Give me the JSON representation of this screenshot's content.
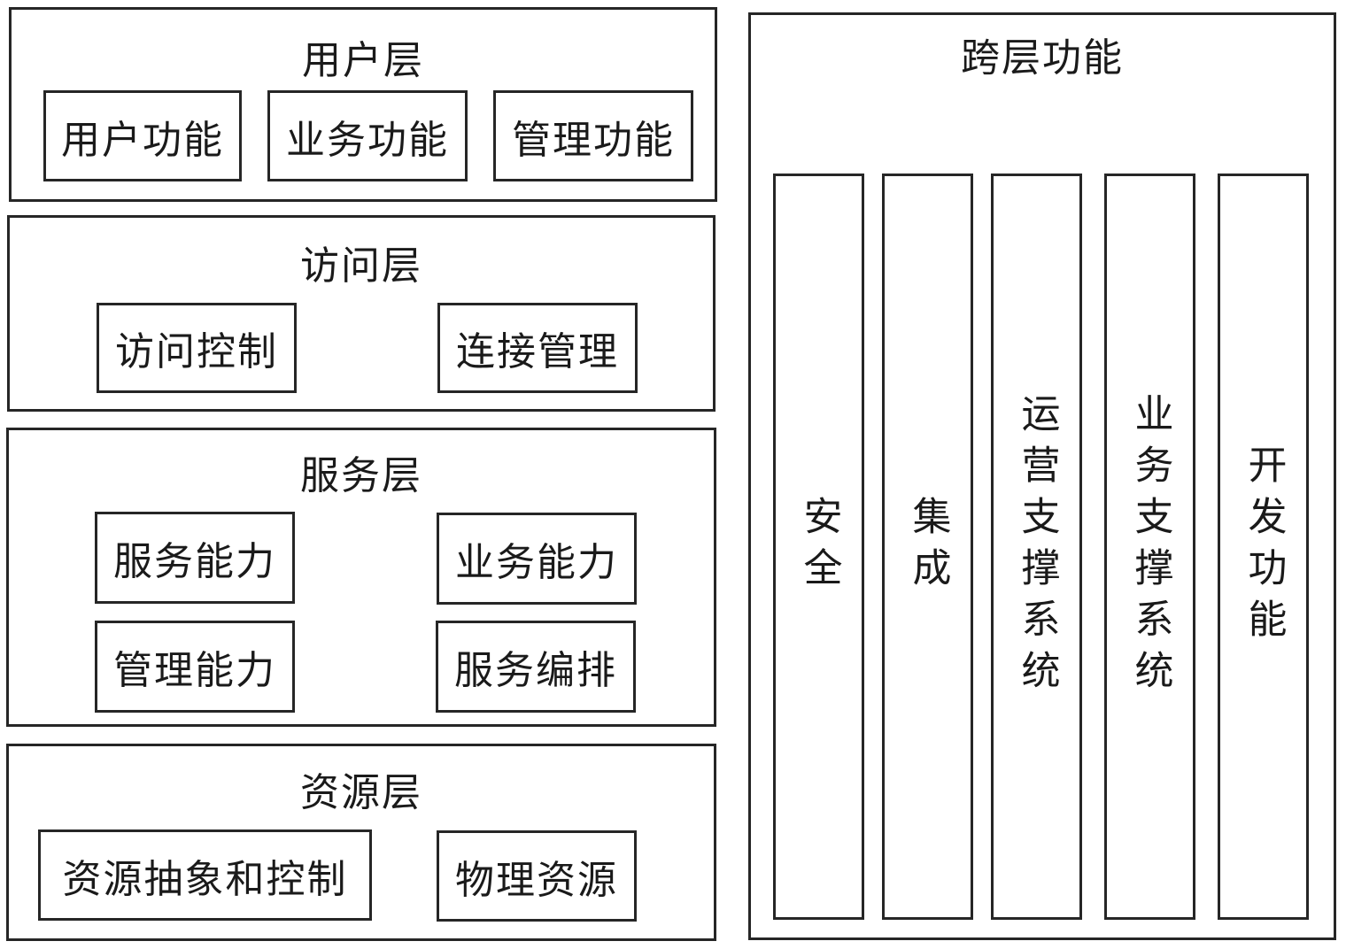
{
  "diagram": {
    "layers": [
      {
        "title": "用户层",
        "items": [
          "用户功能",
          "业务功能",
          "管理功能"
        ]
      },
      {
        "title": "访问层",
        "items": [
          "访问控制",
          "连接管理"
        ]
      },
      {
        "title": "服务层",
        "items": [
          "服务能力",
          "业务能力",
          "管理能力",
          "服务编排"
        ]
      },
      {
        "title": "资源层",
        "items": [
          "资源抽象和控制",
          "物理资源"
        ]
      }
    ],
    "cross_layer": {
      "title": "跨层功能",
      "columns": [
        "安全",
        "集成",
        "运营支撑系统",
        "业务支撑系统",
        "开发功能"
      ]
    }
  }
}
